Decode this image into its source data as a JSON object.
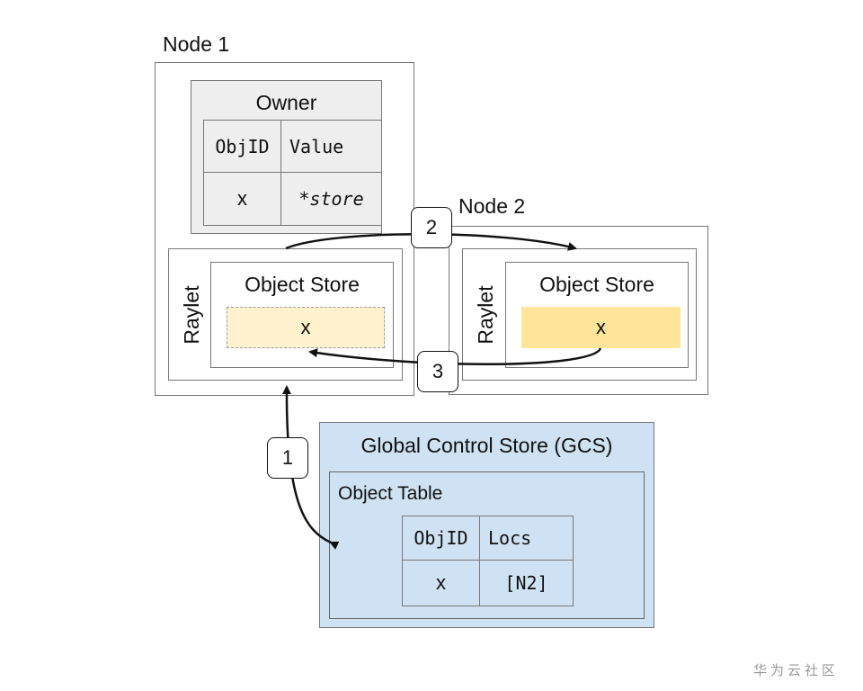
{
  "node1": {
    "label": "Node 1",
    "owner": {
      "title": "Owner",
      "headers": [
        "ObjID",
        "Value"
      ],
      "row": [
        "x",
        "*store"
      ]
    },
    "raylet_label": "Raylet",
    "object_store": {
      "title": "Object Store",
      "item": "x"
    }
  },
  "node2": {
    "label": "Node 2",
    "raylet_label": "Raylet",
    "object_store": {
      "title": "Object Store",
      "item": "x"
    }
  },
  "gcs": {
    "title": "Global Control Store (GCS)",
    "table_title": "Object Table",
    "headers": [
      "ObjID",
      "Locs"
    ],
    "row": [
      "x",
      "[N2]"
    ]
  },
  "steps": [
    "1",
    "2",
    "3"
  ],
  "colors": {
    "owner_bg": "#eeeeee",
    "gcs_bg": "#cfe2f3",
    "pending_obj": "#fff2cc",
    "ready_obj": "#ffe599"
  },
  "watermark": "华为云社区"
}
